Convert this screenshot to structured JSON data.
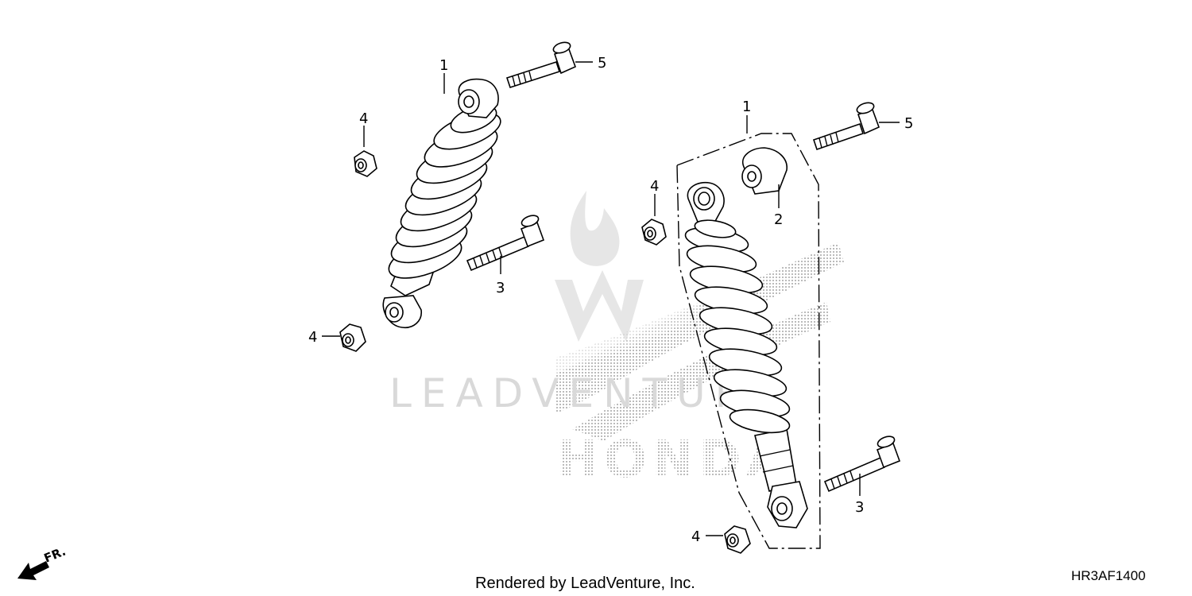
{
  "callouts": {
    "left_shock_1": "1",
    "left_bolt_5": "5",
    "left_nut_4_top": "4",
    "left_bolt_3": "3",
    "left_nut_4_bottom": "4",
    "right_shock_1": "1",
    "right_bolt_5": "5",
    "right_bushing_2": "2",
    "right_nut_4_top": "4",
    "right_bolt_3": "3",
    "right_nut_4_bottom": "4"
  },
  "direction_label": "FR.",
  "watermark_text": "LEADVENTURE",
  "brand_watermark_text": "HONDA",
  "footer_credit": "Rendered by LeadVenture, Inc.",
  "diagram_code": "HR3AF1400"
}
